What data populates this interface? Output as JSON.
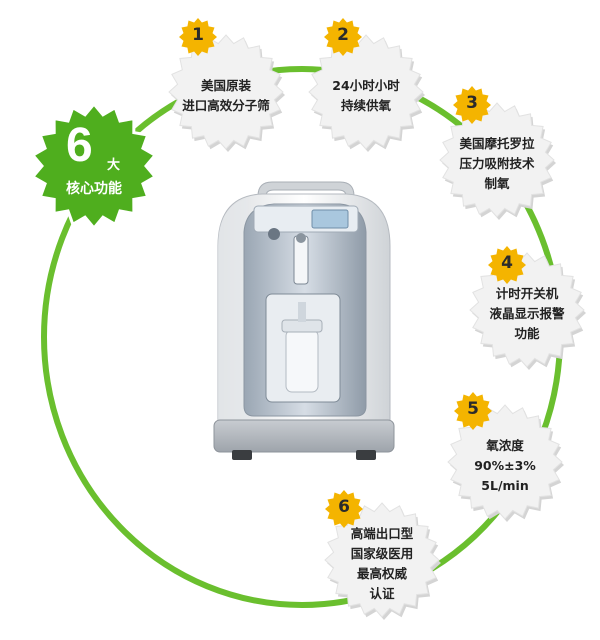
{
  "core": {
    "number": "6",
    "unit": "大",
    "label": "核心功能"
  },
  "features": [
    {
      "num": "1",
      "lines": [
        "美国原装",
        "进口高效分子筛"
      ]
    },
    {
      "num": "2",
      "lines": [
        "24小时小时",
        "持续供氧"
      ]
    },
    {
      "num": "3",
      "lines": [
        "美国摩托罗拉",
        "压力吸附技术",
        "制氧"
      ]
    },
    {
      "num": "4",
      "lines": [
        "计时开关机",
        "液晶显示报警",
        "功能"
      ]
    },
    {
      "num": "5",
      "lines": [
        "氧浓度",
        "90%±3%",
        "5L/min"
      ]
    },
    {
      "num": "6",
      "lines": [
        "高端出口型",
        "国家级医用",
        "最高权威",
        "认证"
      ]
    }
  ],
  "colors": {
    "ring": "#6abf2e",
    "core": "#4fae1e",
    "badge_fill": "#f2f2f2",
    "star": "#f4b400"
  },
  "icons": {
    "device": "oxygen-concentrator-illustration"
  }
}
